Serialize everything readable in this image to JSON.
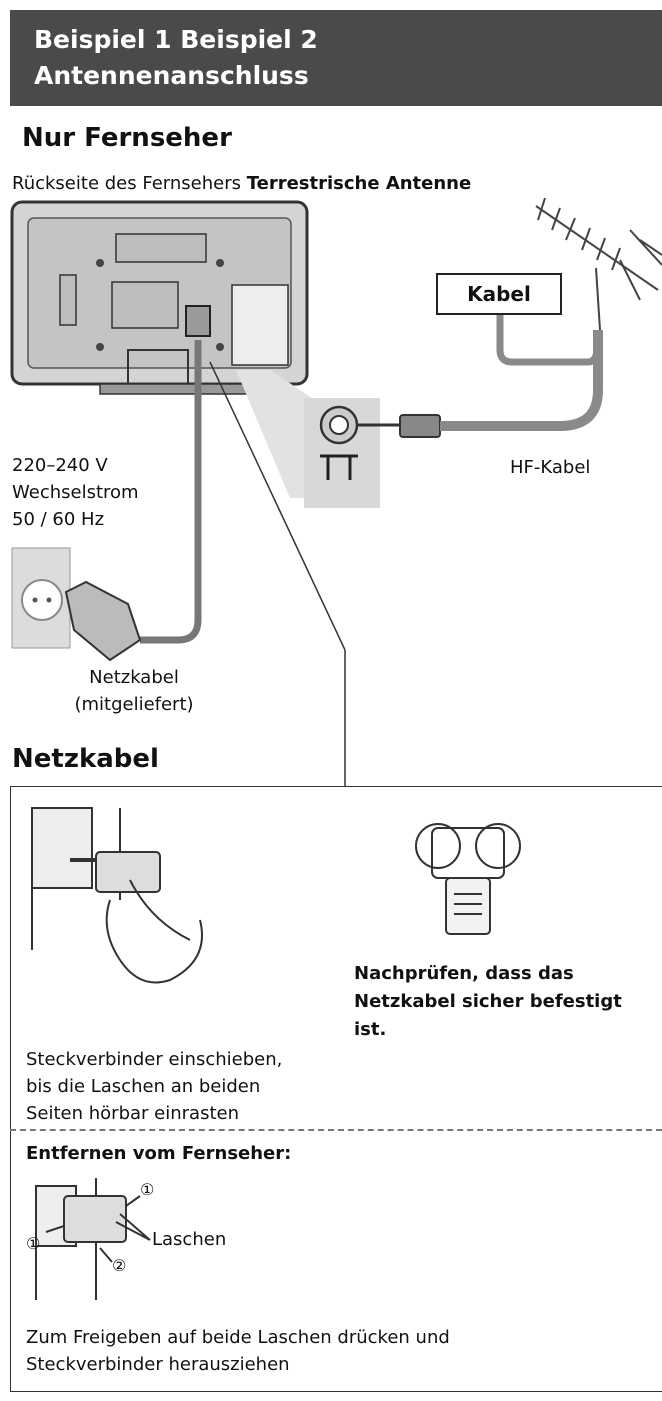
{
  "header": {
    "line1": "Beispiel 1 Beispiel 2",
    "line2": "Antennenanschluss"
  },
  "section_tv": {
    "title": "Nur Fernseher",
    "rear_label": "Rückseite des Fernsehers",
    "antenna_label": "Terrestrische Antenne",
    "cable_box": "Kabel",
    "hf_cable": "HF-Kabel",
    "power_spec": [
      "220–240 V",
      "Wechselstrom",
      "50 / 60 Hz"
    ],
    "power_cable": [
      "Netzkabel",
      "(mitgeliefert)"
    ]
  },
  "section_power": {
    "title": "Netzkabel",
    "insert_text": [
      "Steckverbinder einschieben,",
      "bis die Laschen an beiden",
      "Seiten hörbar einrasten"
    ],
    "check_text": [
      "Nachprüfen, dass das",
      "Netzkabel sicher befestigt",
      "ist."
    ],
    "remove_title": "Entfernen vom Fernseher:",
    "tabs_label": "Laschen",
    "callout_1": "①",
    "callout_2": "②",
    "remove_text": [
      "Zum Freigeben auf beide Laschen drücken und",
      "Steckverbinder herausziehen"
    ]
  }
}
